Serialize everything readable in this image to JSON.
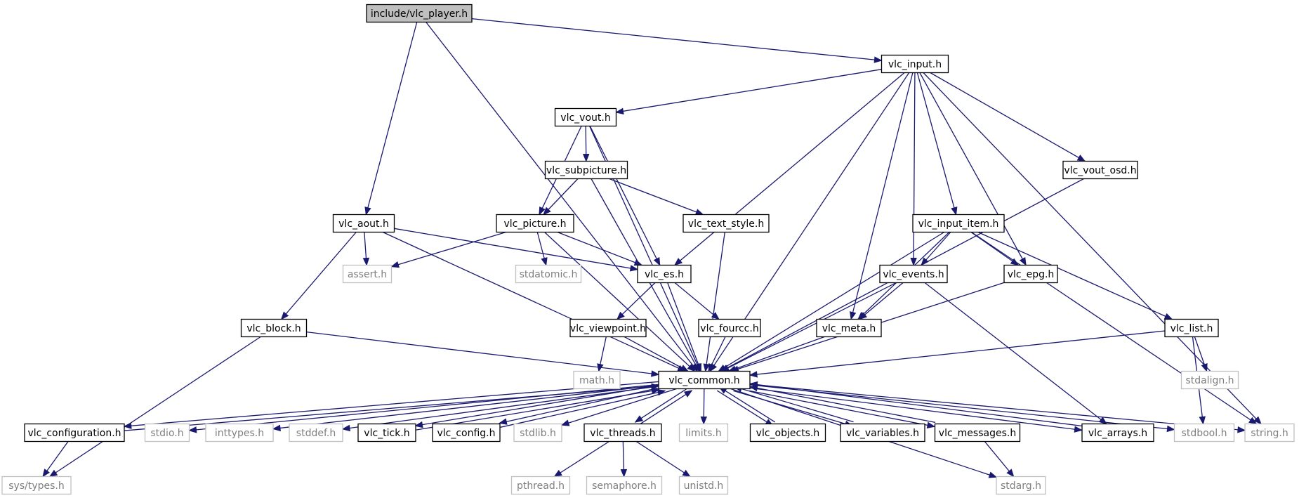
{
  "colors": {
    "edge": "#191970",
    "root_fill": "#bfbfbf",
    "ext_border": "#bfbfbf",
    "ext_text": "#7f7f7f"
  },
  "nodes": {
    "vlc_player": {
      "label": "include/vlc_player.h",
      "kind": "root"
    },
    "vlc_input": {
      "label": "vlc_input.h",
      "kind": "file"
    },
    "vlc_vout": {
      "label": "vlc_vout.h",
      "kind": "file"
    },
    "vlc_subpicture": {
      "label": "vlc_subpicture.h",
      "kind": "file"
    },
    "vlc_vout_osd": {
      "label": "vlc_vout_osd.h",
      "kind": "file"
    },
    "vlc_aout": {
      "label": "vlc_aout.h",
      "kind": "file"
    },
    "vlc_picture": {
      "label": "vlc_picture.h",
      "kind": "file"
    },
    "vlc_text_style": {
      "label": "vlc_text_style.h",
      "kind": "file"
    },
    "vlc_input_item": {
      "label": "vlc_input_item.h",
      "kind": "file"
    },
    "assert": {
      "label": "assert.h",
      "kind": "ext"
    },
    "stdatomic": {
      "label": "stdatomic.h",
      "kind": "ext"
    },
    "vlc_es": {
      "label": "vlc_es.h",
      "kind": "file"
    },
    "vlc_events": {
      "label": "vlc_events.h",
      "kind": "file"
    },
    "vlc_epg": {
      "label": "vlc_epg.h",
      "kind": "file"
    },
    "vlc_block": {
      "label": "vlc_block.h",
      "kind": "file"
    },
    "vlc_viewpoint": {
      "label": "vlc_viewpoint.h",
      "kind": "file"
    },
    "vlc_fourcc": {
      "label": "vlc_fourcc.h",
      "kind": "file"
    },
    "vlc_meta": {
      "label": "vlc_meta.h",
      "kind": "file"
    },
    "vlc_list": {
      "label": "vlc_list.h",
      "kind": "file"
    },
    "math": {
      "label": "math.h",
      "kind": "ext"
    },
    "vlc_common": {
      "label": "vlc_common.h",
      "kind": "file"
    },
    "stdalign": {
      "label": "stdalign.h",
      "kind": "ext"
    },
    "vlc_configuration": {
      "label": "vlc_configuration.h",
      "kind": "file"
    },
    "stdio": {
      "label": "stdio.h",
      "kind": "ext"
    },
    "inttypes": {
      "label": "inttypes.h",
      "kind": "ext"
    },
    "stddef": {
      "label": "stddef.h",
      "kind": "ext"
    },
    "vlc_tick": {
      "label": "vlc_tick.h",
      "kind": "file"
    },
    "vlc_config": {
      "label": "vlc_config.h",
      "kind": "file"
    },
    "stdlib": {
      "label": "stdlib.h",
      "kind": "ext"
    },
    "vlc_threads": {
      "label": "vlc_threads.h",
      "kind": "file"
    },
    "limits": {
      "label": "limits.h",
      "kind": "ext"
    },
    "vlc_objects": {
      "label": "vlc_objects.h",
      "kind": "file"
    },
    "vlc_variables": {
      "label": "vlc_variables.h",
      "kind": "file"
    },
    "vlc_messages": {
      "label": "vlc_messages.h",
      "kind": "file"
    },
    "vlc_arrays": {
      "label": "vlc_arrays.h",
      "kind": "file"
    },
    "stdbool": {
      "label": "stdbool.h",
      "kind": "ext"
    },
    "string": {
      "label": "string.h",
      "kind": "ext"
    },
    "sys_types": {
      "label": "sys/types.h",
      "kind": "ext"
    },
    "pthread": {
      "label": "pthread.h",
      "kind": "ext"
    },
    "semaphore": {
      "label": "semaphore.h",
      "kind": "ext"
    },
    "unistd": {
      "label": "unistd.h",
      "kind": "ext"
    },
    "stdarg": {
      "label": "stdarg.h",
      "kind": "ext"
    }
  },
  "edges": [
    [
      "vlc_player",
      "vlc_input"
    ],
    [
      "vlc_player",
      "vlc_aout"
    ],
    [
      "vlc_player",
      "vlc_common"
    ],
    [
      "vlc_input",
      "vlc_vout"
    ],
    [
      "vlc_input",
      "vlc_es"
    ],
    [
      "vlc_input",
      "vlc_meta"
    ],
    [
      "vlc_input",
      "vlc_events"
    ],
    [
      "vlc_input",
      "vlc_input_item"
    ],
    [
      "vlc_input",
      "vlc_epg"
    ],
    [
      "vlc_input",
      "vlc_vout_osd"
    ],
    [
      "vlc_input",
      "vlc_common"
    ],
    [
      "vlc_input",
      "string"
    ],
    [
      "vlc_vout",
      "vlc_subpicture"
    ],
    [
      "vlc_vout",
      "vlc_picture"
    ],
    [
      "vlc_vout",
      "vlc_es"
    ],
    [
      "vlc_vout",
      "vlc_common"
    ],
    [
      "vlc_subpicture",
      "vlc_picture"
    ],
    [
      "vlc_subpicture",
      "vlc_text_style"
    ],
    [
      "vlc_subpicture",
      "vlc_common"
    ],
    [
      "vlc_vout_osd",
      "vlc_common"
    ],
    [
      "vlc_aout",
      "assert"
    ],
    [
      "vlc_aout",
      "vlc_es"
    ],
    [
      "vlc_aout",
      "vlc_block"
    ],
    [
      "vlc_aout",
      "vlc_common"
    ],
    [
      "vlc_picture",
      "assert"
    ],
    [
      "vlc_picture",
      "stdatomic"
    ],
    [
      "vlc_picture",
      "vlc_es"
    ],
    [
      "vlc_picture",
      "vlc_common"
    ],
    [
      "vlc_text_style",
      "vlc_common"
    ],
    [
      "vlc_input_item",
      "vlc_meta"
    ],
    [
      "vlc_input_item",
      "vlc_events"
    ],
    [
      "vlc_input_item",
      "vlc_epg"
    ],
    [
      "vlc_input_item",
      "vlc_list"
    ],
    [
      "vlc_input_item",
      "vlc_common"
    ],
    [
      "vlc_input_item",
      "string"
    ],
    [
      "vlc_es",
      "vlc_viewpoint"
    ],
    [
      "vlc_es",
      "vlc_fourcc"
    ],
    [
      "vlc_es",
      "vlc_common"
    ],
    [
      "vlc_events",
      "vlc_meta"
    ],
    [
      "vlc_events",
      "vlc_arrays"
    ],
    [
      "vlc_events",
      "vlc_common"
    ],
    [
      "vlc_epg",
      "vlc_common"
    ],
    [
      "vlc_block",
      "sys_types"
    ],
    [
      "vlc_block",
      "vlc_common"
    ],
    [
      "vlc_viewpoint",
      "math"
    ],
    [
      "vlc_viewpoint",
      "vlc_common"
    ],
    [
      "vlc_fourcc",
      "vlc_common"
    ],
    [
      "vlc_meta",
      "vlc_common"
    ],
    [
      "vlc_list",
      "stdalign"
    ],
    [
      "vlc_list",
      "stdbool"
    ],
    [
      "vlc_list",
      "vlc_common"
    ],
    [
      "vlc_common",
      "vlc_configuration"
    ],
    [
      "vlc_common",
      "stdio"
    ],
    [
      "vlc_common",
      "inttypes"
    ],
    [
      "vlc_common",
      "stddef"
    ],
    [
      "vlc_common",
      "vlc_tick"
    ],
    [
      "vlc_common",
      "vlc_config"
    ],
    [
      "vlc_common",
      "stdlib"
    ],
    [
      "vlc_common",
      "vlc_threads"
    ],
    [
      "vlc_common",
      "limits"
    ],
    [
      "vlc_common",
      "vlc_objects"
    ],
    [
      "vlc_common",
      "vlc_variables"
    ],
    [
      "vlc_common",
      "vlc_messages"
    ],
    [
      "vlc_common",
      "vlc_arrays"
    ],
    [
      "vlc_common",
      "stdbool"
    ],
    [
      "vlc_common",
      "string"
    ],
    [
      "vlc_common",
      "stdarg"
    ],
    [
      "vlc_configuration",
      "vlc_common"
    ],
    [
      "vlc_configuration",
      "sys_types"
    ],
    [
      "vlc_tick",
      "vlc_common"
    ],
    [
      "vlc_config",
      "vlc_common"
    ],
    [
      "vlc_threads",
      "vlc_common"
    ],
    [
      "vlc_threads",
      "pthread"
    ],
    [
      "vlc_threads",
      "semaphore"
    ],
    [
      "vlc_threads",
      "unistd"
    ],
    [
      "vlc_objects",
      "vlc_common"
    ],
    [
      "vlc_variables",
      "vlc_common"
    ],
    [
      "vlc_messages",
      "vlc_common"
    ],
    [
      "vlc_messages",
      "stdarg"
    ],
    [
      "vlc_arrays",
      "vlc_common"
    ]
  ]
}
